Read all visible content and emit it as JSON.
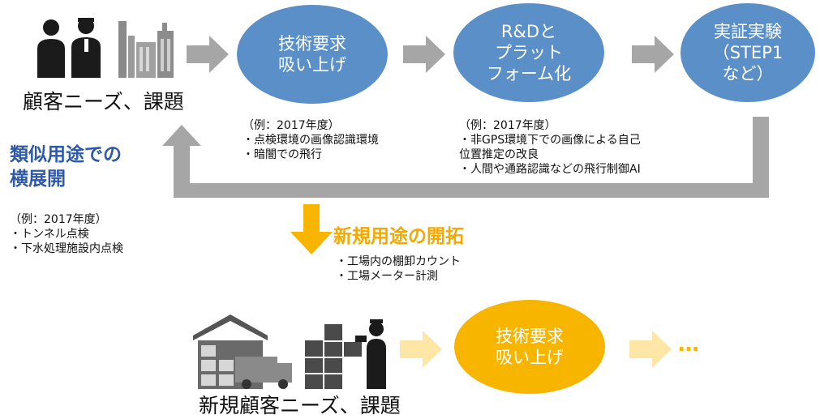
{
  "top_row": {
    "customer_label": "顧客ニーズ、課題",
    "ellipses": [
      {
        "label": "技術要求\n吸い上げ",
        "color": "#5b8fc8"
      },
      {
        "label": "R&Dと\nプラット\nフォーム化",
        "color": "#5b8fc8"
      },
      {
        "label": "実証実験\n（STEP1\nなど）",
        "color": "#5b8fc8"
      }
    ]
  },
  "notes": {
    "tech": {
      "title": "（例：2017年度）",
      "items": [
        "点検環境の画像認識環境",
        "暗闇での飛行"
      ]
    },
    "rnd": {
      "title": "（例：2017年度）",
      "items": [
        "非GPS環境下での画像による自己\n位置推定の改良",
        "人間や通路認識などの飛行制御AI"
      ]
    },
    "similar": {
      "title": "（例：2017年度）",
      "items": [
        "トンネル点検",
        "下水処理施設内点検"
      ]
    },
    "new_use": {
      "items": [
        "工場内の棚卸カウント",
        "工場メーター計測"
      ]
    }
  },
  "similar_heading": "類似用途での\n横展開",
  "new_use_heading": "新規用途の開拓",
  "bottom_row": {
    "customer_label": "新規顧客ニーズ、課題",
    "ellipse_label": "技術要求\n吸い上げ",
    "ellipsis": "…"
  },
  "colors": {
    "blue": "#5b8fc8",
    "gold": "#f7b500",
    "gray_arrow": "#a6a6a6",
    "light_gold_arrow": "#fde6a6",
    "heading_blue": "#2e5aa8"
  }
}
